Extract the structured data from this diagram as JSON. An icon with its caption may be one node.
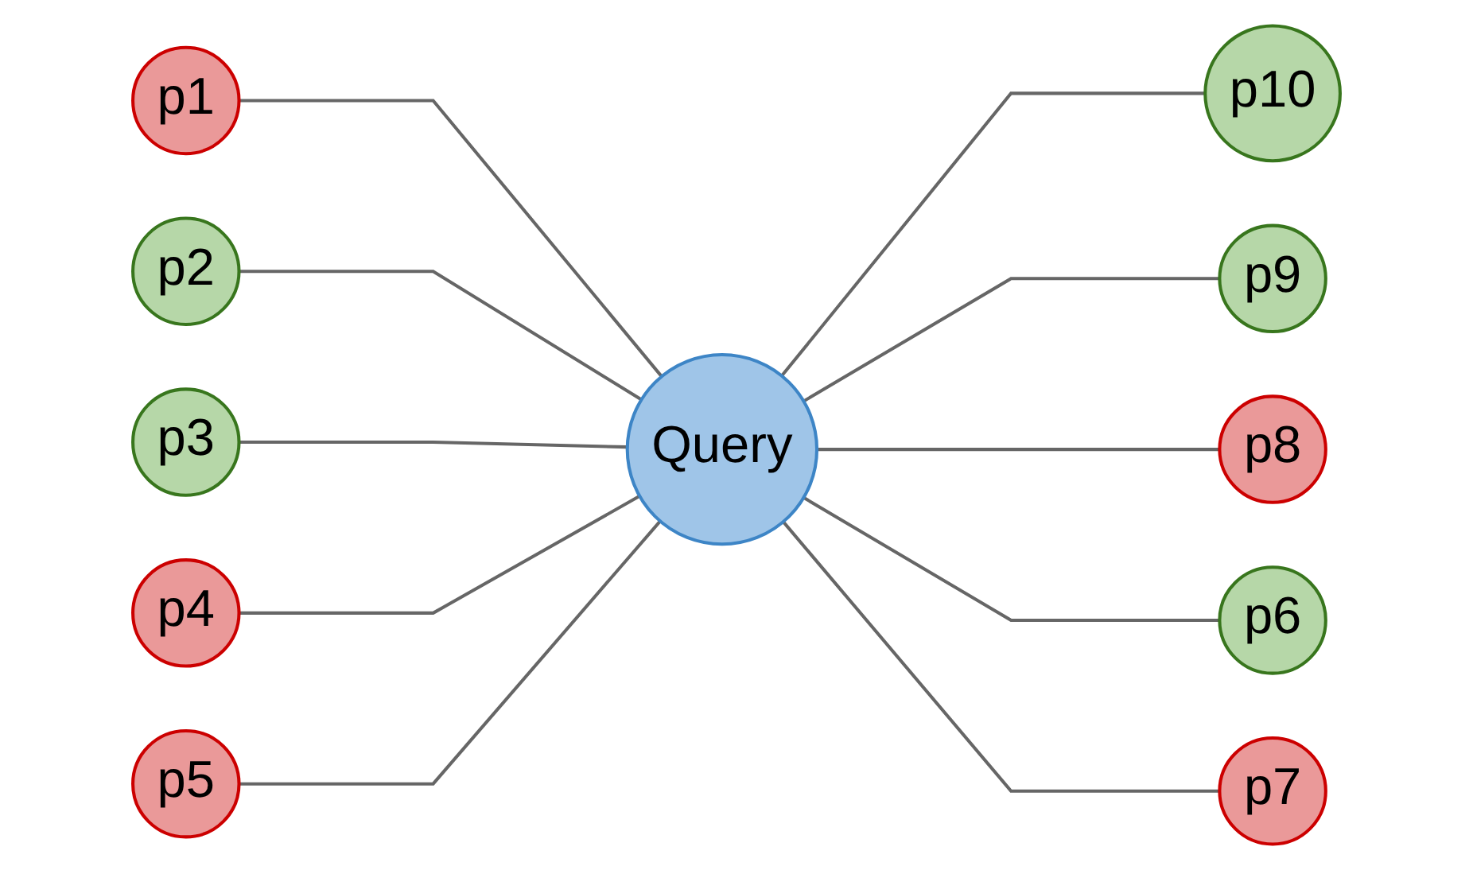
{
  "diagram": {
    "nodes": [
      {
        "text": [
          "p10"
        ]
      },
      {
        "text": [
          "p2"
        ]
      },
      {
        "text": [
          "p1"
        ]
      },
      {
        "text": [
          "p9"
        ]
      },
      {
        "text": [
          "Query"
        ]
      },
      {
        "text": [
          "p3"
        ]
      },
      {
        "text": [
          "p8"
        ]
      },
      {
        "text": [
          "p4"
        ]
      },
      {
        "text": [
          "p6"
        ]
      },
      {
        "text": [
          "p5"
        ]
      },
      {
        "text": [
          "p7"
        ]
      }
    ],
    "edges": [
      {
        "from": 2,
        "to": 4,
        "arrow": "none"
      },
      {
        "from": 1,
        "to": 4,
        "arrow": "none"
      },
      {
        "from": 5,
        "to": 4,
        "arrow": "none"
      },
      {
        "from": 7,
        "to": 4,
        "arrow": "none"
      },
      {
        "from": 9,
        "to": 4,
        "arrow": "none"
      },
      {
        "from": 4,
        "to": 0,
        "arrow": "none"
      },
      {
        "from": 4,
        "to": 3,
        "arrow": "none"
      },
      {
        "from": 4,
        "to": 6,
        "arrow": "none"
      },
      {
        "from": 4,
        "to": 8,
        "arrow": "none"
      },
      {
        "from": 4,
        "to": 10,
        "arrow": "none"
      }
    ]
  }
}
